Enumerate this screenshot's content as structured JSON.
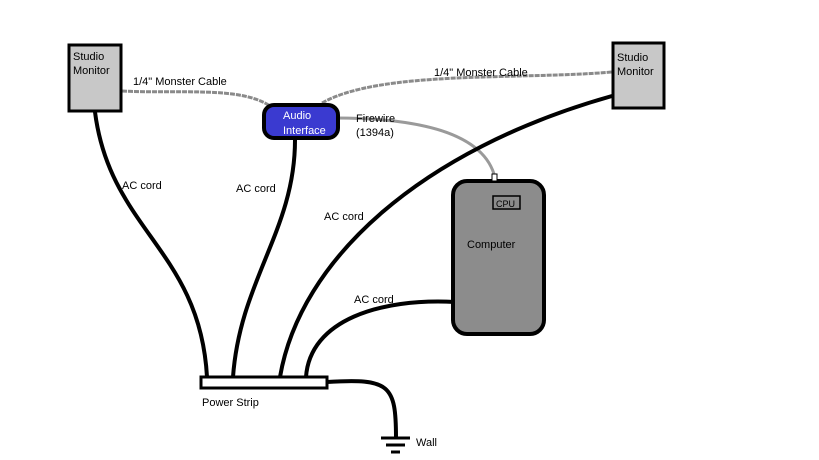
{
  "devices": {
    "monitor_left": {
      "line1": "Studio",
      "line2": "Monitor"
    },
    "monitor_right": {
      "line1": "Studio",
      "line2": "Monitor"
    },
    "audio_interface": {
      "line1": "Audio",
      "line2": "Interface"
    },
    "computer": {
      "label": "Computer",
      "cpu": "CPU"
    },
    "power_strip": {
      "label": "Power Strip"
    },
    "wall": {
      "label": "Wall"
    }
  },
  "cables": {
    "monster_left": "1/4\" Monster Cable",
    "monster_right": "1/4\" Monster Cable",
    "firewire_line1": "Firewire",
    "firewire_line2": "(1394a)",
    "ac_monitor_left": "AC cord",
    "ac_interface": "AC cord",
    "ac_monitor_right": "AC cord",
    "ac_computer": "AC cord"
  },
  "colors": {
    "monitor_fill": "#c8c8c8",
    "interface_fill": "#3a3ad0",
    "computer_fill": "#8c8c8c",
    "cord": "#000000",
    "signal_cable": "#888888"
  }
}
